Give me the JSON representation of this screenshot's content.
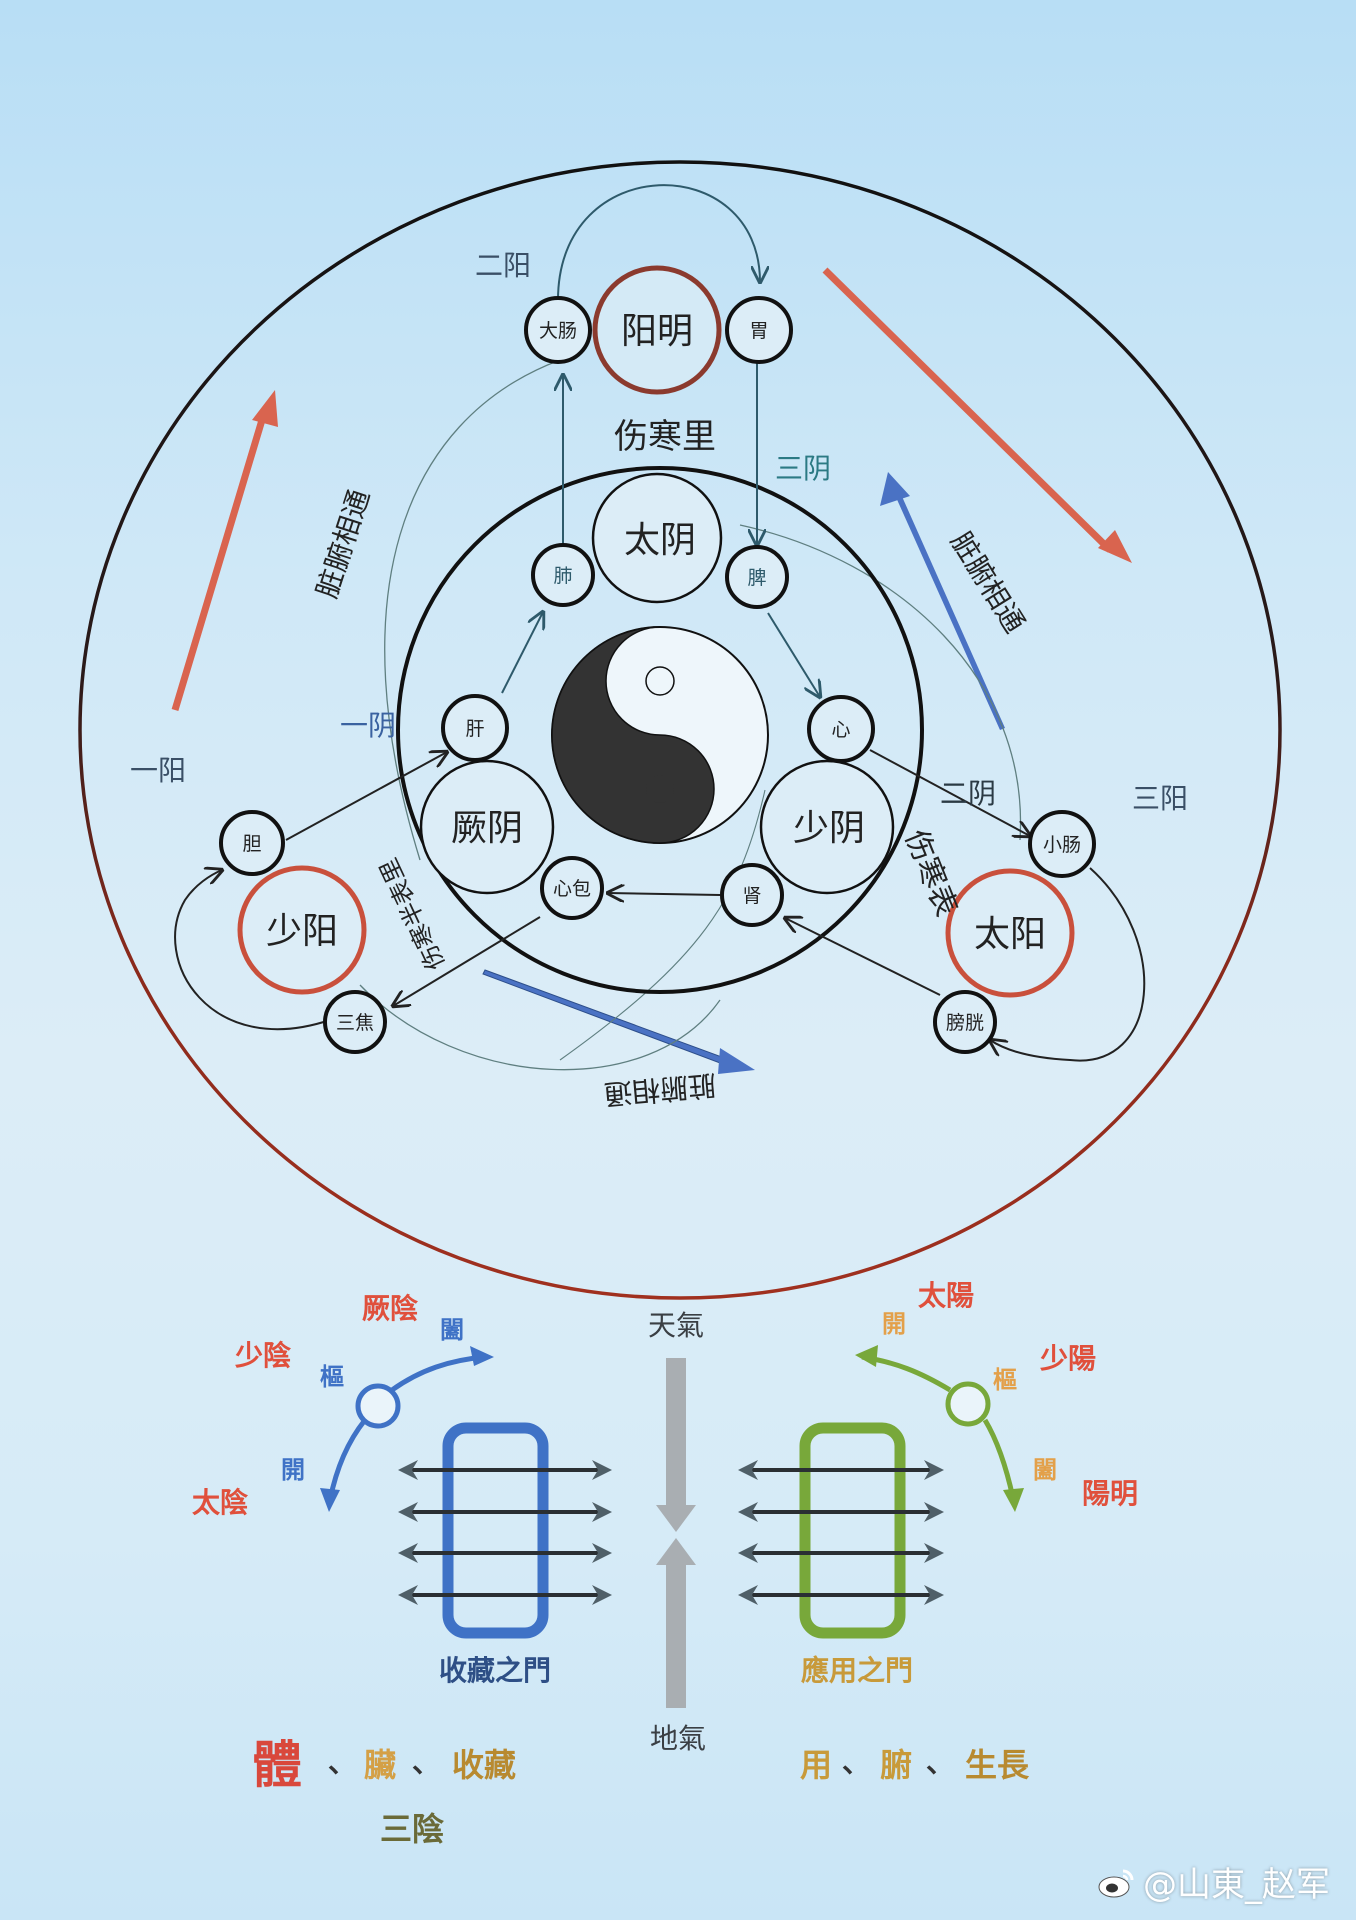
{
  "diagram": {
    "outer_ring_labels": {
      "er_yang": "二阳",
      "yi_yang": "一阳",
      "san_yang": "三阳"
    },
    "inner_ring_labels": {
      "san_yin": "三阴",
      "yi_yin": "一阴",
      "er_yin": "二阴"
    },
    "region_labels": {
      "shanghan_li": "伤寒里",
      "shanghan_biao": "伤寒表",
      "shanghan_banbiaoli": "伤寒半表里"
    },
    "zangfu_xiangtong": {
      "left": "脏腑相通",
      "right": "脏腑相通",
      "bottom": "脏腑相通"
    },
    "channels": {
      "yangming": "阳明",
      "taiyin": "太阴",
      "jueyin": "厥阴",
      "shaoyin": "少阴",
      "shaoyang": "少阳",
      "taiyang": "太阳"
    },
    "organs": {
      "dachang": "大肠",
      "wei": "胃",
      "fei": "肺",
      "pi": "脾",
      "gan": "肝",
      "xin": "心",
      "xinbao": "心包",
      "shen": "肾",
      "dan": "胆",
      "sanjiao": "三焦",
      "xiaochang": "小肠",
      "pangguang": "膀胱"
    },
    "colors": {
      "yang_ring": "#c0503f",
      "arrow_red": "#d9644f",
      "arrow_blue": "#4a72c4",
      "line_teal": "#2e5a6b",
      "stroke": "#111111"
    }
  },
  "lower": {
    "left": {
      "jueyin": "厥陰",
      "shaoyin": "少陰",
      "taiyin": "太陰",
      "he": "闔",
      "shu": "樞",
      "kai": "開",
      "gate_label": "收藏之門",
      "color_frame": "#3f72c6"
    },
    "right": {
      "taiyang": "太陽",
      "shaoyang": "少陽",
      "yangming": "陽明",
      "kai": "開",
      "shu": "樞",
      "he": "闔",
      "gate_label": "應用之門",
      "color_frame": "#78a83a"
    },
    "center": {
      "tianqi": "天氣",
      "diqi": "地氣"
    },
    "bottom_left": {
      "ti": "體",
      "sep1": "、",
      "zang": "臟",
      "sep2": "、",
      "shoucang": "收藏",
      "san_yin": "三陰"
    },
    "bottom_right": {
      "yong": "用",
      "sep1": "、",
      "fu": "腑",
      "sep2": "、",
      "shengzhang": "生長"
    }
  },
  "watermark": {
    "icon": "weibo-icon",
    "text": "@山東_赵军"
  }
}
